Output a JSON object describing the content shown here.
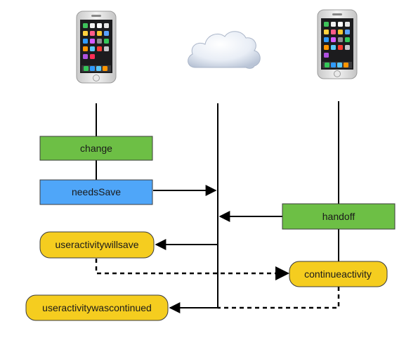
{
  "icons": {
    "left_device": "smartphone-icon",
    "center": "cloud-icon",
    "right_device": "smartphone-icon"
  },
  "colors": {
    "green": "#6dbf45",
    "blue": "#4fa6f9",
    "yellow": "#f5cd1f",
    "line": "#000000"
  },
  "nodes": {
    "change": "change",
    "needs_save": "needsSave",
    "handoff": "handoff",
    "will_save": "useractivitywillsave",
    "continue": "continueactivity",
    "was_continued": "useractivitywascontinued"
  }
}
